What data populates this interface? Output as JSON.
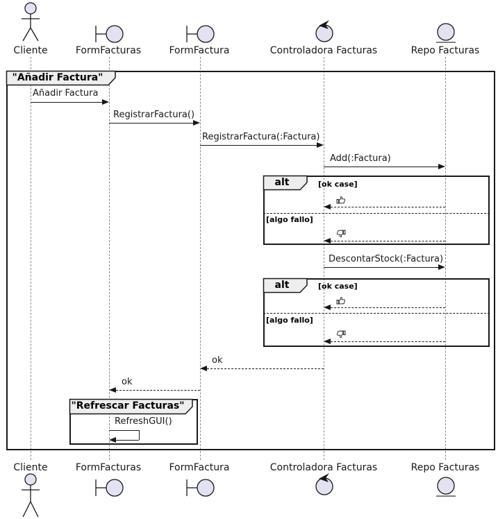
{
  "diagram_type": "uml-sequence-diagram",
  "participants": [
    {
      "name": "Cliente",
      "type": "actor"
    },
    {
      "name": "FormFacturas",
      "type": "boundary"
    },
    {
      "name": "FormFactura",
      "type": "boundary"
    },
    {
      "name": "Controladora Facturas",
      "type": "control"
    },
    {
      "name": "Repo Facturas",
      "type": "entity"
    }
  ],
  "frames": {
    "main": {
      "title": "\"Añadir Factura\""
    },
    "refresh": {
      "title": "\"Refrescar Facturas\""
    },
    "alt1": {
      "operator": "alt",
      "guards": [
        "[ok case]",
        "[algo fallo]"
      ]
    },
    "alt2": {
      "operator": "alt",
      "guards": [
        "[ok case]",
        "[algo fallo]"
      ]
    }
  },
  "messages": {
    "anadir": "Añadir Factura",
    "registrar": "RegistrarFactura()",
    "registrar_param": "RegistrarFactura(:Factura)",
    "add": "Add(:Factura)",
    "descontar": "DescontarStock(:Factura)",
    "ok1": "ok",
    "ok2": "ok",
    "refresh_gui": "RefreshGUI()"
  },
  "icons": {
    "alt1_ok_result": "thumbs-up-icon",
    "alt1_fail_result": "thumbs-down-icon",
    "alt2_ok_result": "thumbs-up-icon",
    "alt2_fail_result": "thumbs-down-icon"
  },
  "colors": {
    "participant_fill": "#E2E2F0",
    "stroke": "#181818",
    "frame_tab_fill": "#EEEEEE",
    "lifeline": "#8a8a8a"
  }
}
